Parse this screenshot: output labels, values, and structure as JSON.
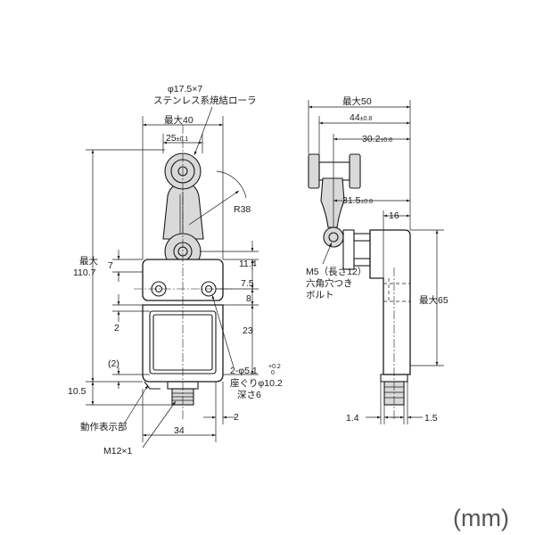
{
  "front": {
    "roller_spec_line1": "φ17.5×7",
    "roller_spec_line2": "ステンレス系焼結ローラ",
    "max40": "最大40",
    "w25": "25",
    "w25_tol": "±0.1",
    "r38": "R38",
    "max_label": "最大",
    "max_value": "110.7",
    "d7": "7",
    "d11_4": "11.4",
    "d7_5": "7.5",
    "d8": "8",
    "d2_left": "2",
    "d23": "23",
    "d2_paren": "(2)",
    "d10_5": "10.5",
    "hole_prefix": "2-φ5.1",
    "hole_tol_plus": "+0.2",
    "hole_tol_zero": "0",
    "counterbore": "座ぐりφ10.2",
    "depth": "深さ6",
    "indicator": "動作表示部",
    "d2_bottom": "2",
    "d34": "34",
    "m12": "M12×1"
  },
  "side": {
    "max50": "最大50",
    "d44": "44",
    "d44_tol": "±0.8",
    "d30_2": "30.2",
    "d30_2_tol": "±0.8",
    "d31_5": "31.5",
    "d31_5_tol": "±0.8",
    "d16": "16",
    "bolt_line1": "M5（長さ12）",
    "bolt_line2": "六角穴つき",
    "bolt_line3": "ボルト",
    "max65": "最大65",
    "d1_4": "1.4",
    "d1_5": "1.5"
  },
  "unit": "(mm)"
}
